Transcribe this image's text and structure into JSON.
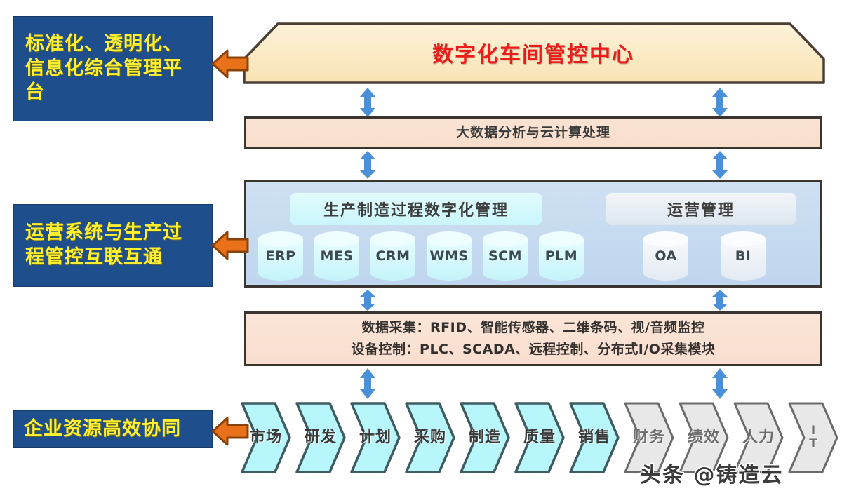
{
  "left_labels": [
    {
      "id": "platform",
      "text": "标准化、透明化、信息化综合管理平台"
    },
    {
      "id": "operations",
      "text": "运营系统与生产过程管控互联互通"
    },
    {
      "id": "resources",
      "text": "企业资源高效协同"
    }
  ],
  "banner": {
    "title": "数字化车间管控中心"
  },
  "bigdata": {
    "title": "大数据分析与云计算处理"
  },
  "mid_panel": {
    "production": {
      "heading": "生产制造过程数字化管理",
      "systems": [
        "ERP",
        "MES",
        "CRM",
        "WMS",
        "SCM",
        "PLM"
      ]
    },
    "operations": {
      "heading": "运营管理",
      "systems": [
        "OA",
        "BI"
      ]
    }
  },
  "acquisition": {
    "line1": "数据采集：RFID、智能传感器、二维条码、视/音频监控",
    "line2": "设备控制：PLC、SCADA、远程控制、分布式I/O采集模块"
  },
  "value_chain": [
    {
      "label": "市场",
      "group": "core"
    },
    {
      "label": "研发",
      "group": "core"
    },
    {
      "label": "计划",
      "group": "core"
    },
    {
      "label": "采购",
      "group": "core"
    },
    {
      "label": "制造",
      "group": "core"
    },
    {
      "label": "质量",
      "group": "core"
    },
    {
      "label": "销售",
      "group": "core"
    },
    {
      "label": "财务",
      "group": "support"
    },
    {
      "label": "绩效",
      "group": "support"
    },
    {
      "label": "人力",
      "group": "support"
    },
    {
      "label": "IT",
      "group": "support"
    }
  ],
  "watermark": {
    "text": "头条 @铸造云"
  },
  "colors": {
    "label_bg": "#1f4e8c",
    "label_text": "#ffef30",
    "banner_fill": "#fbe8bf",
    "banner_title": "#ee1b1b",
    "bigdata_fill": "#f8ddcb",
    "mid_panel_fill": "#c5daef",
    "production_fill": "#c9f6fb",
    "operations_fill": "#dde6ef",
    "acquisition_fill": "#f9decf",
    "chevron_core_fill": "#b7f6fb",
    "chevron_support_fill": "#e6e6e6",
    "arrow_blue": "#4a90d9",
    "arrow_orange": "#e8711a",
    "outline": "#3b3530"
  },
  "icons": {
    "orange_arrow": "arrow-left-icon",
    "blue_arrow": "arrow-up-down-icon"
  }
}
